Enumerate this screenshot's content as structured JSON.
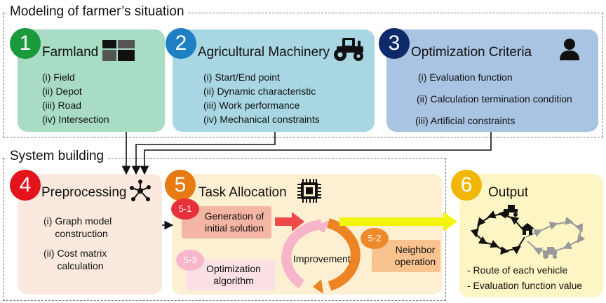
{
  "sections": {
    "modeling_title": "Modeling of farmer’s situation",
    "system_title": "System building"
  },
  "panels": {
    "farmland": {
      "number": "1",
      "title": "Farmland",
      "items": [
        {
          "num": "(i)",
          "text": "Field"
        },
        {
          "num": "(ii)",
          "text": "Depot"
        },
        {
          "num": "(iii)",
          "text": "Road"
        },
        {
          "num": "(iv)",
          "text": "Intersection"
        }
      ],
      "icon": "field-grid-icon",
      "color": "#a8dcc4",
      "badge_color": "#1a9a3c"
    },
    "machinery": {
      "number": "2",
      "title": "Agricultural Machinery",
      "items": [
        {
          "num": "(i)",
          "text": "Start/End point"
        },
        {
          "num": "(ii)",
          "text": "Dynamic characteristic"
        },
        {
          "num": "(iii)",
          "text": "Work performance"
        },
        {
          "num": "(iv)",
          "text": "Mechanical constraints"
        }
      ],
      "icon": "tractor-icon",
      "color": "#a8d6e3",
      "badge_color": "#1f7fc4"
    },
    "criteria": {
      "number": "3",
      "title": "Optimization Criteria",
      "items": [
        {
          "num": "(i)",
          "text": "Evaluation function"
        },
        {
          "num": "(ii)",
          "text": "Calculation termination condition"
        },
        {
          "num": "(iii)",
          "text": "Artificial constraints"
        }
      ],
      "icon": "person-icon",
      "color": "#a9c4e2",
      "badge_color": "#0f2a6b"
    },
    "preprocessing": {
      "number": "4",
      "title": "Preprocessing",
      "items": [
        {
          "num": "(i)",
          "line1": "Graph model",
          "line2": "construction"
        },
        {
          "num": "(ii)",
          "line1": "Cost matrix",
          "line2": "calculation"
        }
      ],
      "icon": "graph-network-icon",
      "color": "#fbe9df",
      "badge_color": "#e3141b"
    },
    "task": {
      "number": "5",
      "title": "Task Allocation",
      "icon": "cpu-chip-icon",
      "color": "#fdf0d2",
      "badge_color": "#e87a12",
      "step1": {
        "tag": "5-1",
        "line1": "Generation of",
        "line2": "initial solution"
      },
      "step2": {
        "tag": "5-2",
        "line1": "Neighbor",
        "line2": "operation"
      },
      "step3": {
        "tag": "5-3",
        "line1": "Optimization",
        "line2": "algorithm"
      },
      "cycle_label": "Improvement"
    },
    "output": {
      "number": "6",
      "title": "Output",
      "icon": "route-map-icon",
      "color": "#fdf6c4",
      "badge_color": "#f2b705",
      "items": [
        "- Route of each vehicle",
        "- Evaluation function value"
      ]
    }
  }
}
